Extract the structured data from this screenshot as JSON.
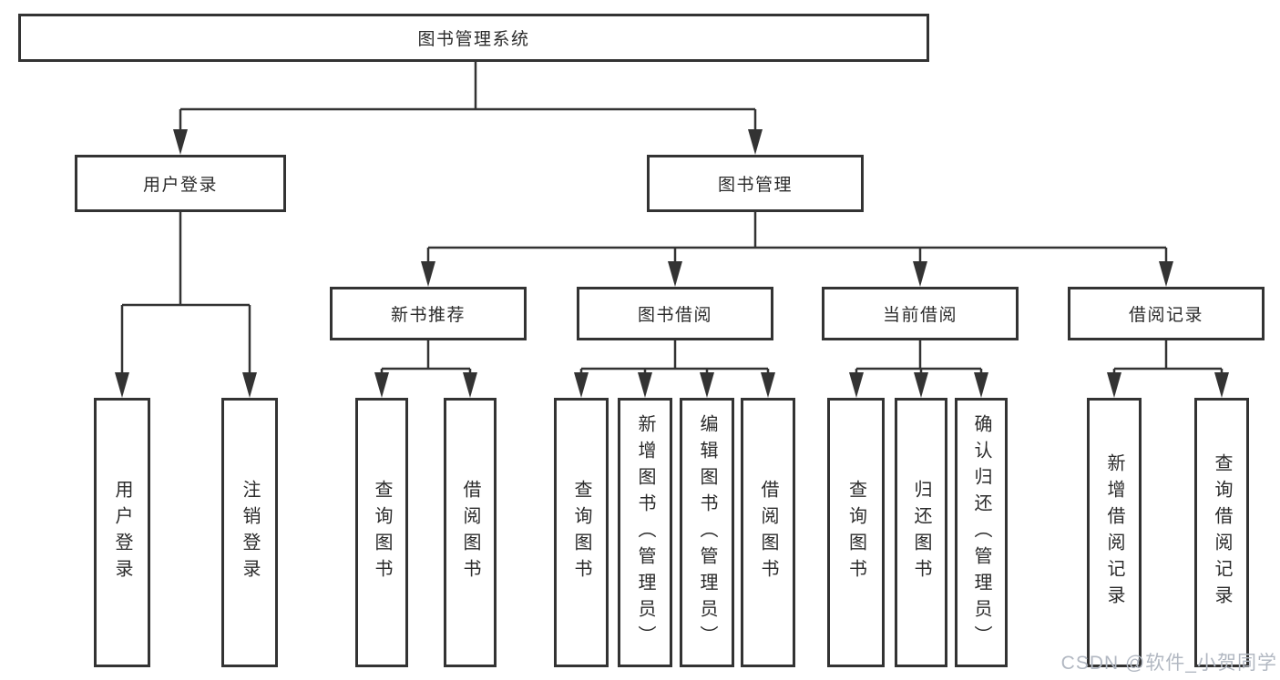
{
  "diagram": {
    "root": {
      "label": "图书管理系统"
    },
    "branches": [
      {
        "label": "用户登录",
        "children": [
          {
            "label": "用户登录"
          },
          {
            "label": "注销登录"
          }
        ]
      },
      {
        "label": "图书管理",
        "children": [
          {
            "label": "新书推荐",
            "children": [
              {
                "label": "查询图书"
              },
              {
                "label": "借阅图书"
              }
            ]
          },
          {
            "label": "图书借阅",
            "children": [
              {
                "label": "查询图书"
              },
              {
                "label": "新增图书（管理员）"
              },
              {
                "label": "编辑图书（管理员）"
              },
              {
                "label": "借阅图书"
              }
            ]
          },
          {
            "label": "当前借阅",
            "children": [
              {
                "label": "查询图书"
              },
              {
                "label": "归还图书"
              },
              {
                "label": "确认归还（管理员）"
              }
            ]
          },
          {
            "label": "借阅记录",
            "children": [
              {
                "label": "新增借阅记录"
              },
              {
                "label": "查询借阅记录"
              }
            ]
          }
        ]
      }
    ]
  },
  "watermark": {
    "text": "CSDN @软件_小贺同学"
  },
  "colors": {
    "line": "#333333",
    "box_border": "#333333",
    "text": "#2b2b2b",
    "watermark": "#b2b8c2",
    "background": "#ffffff"
  }
}
